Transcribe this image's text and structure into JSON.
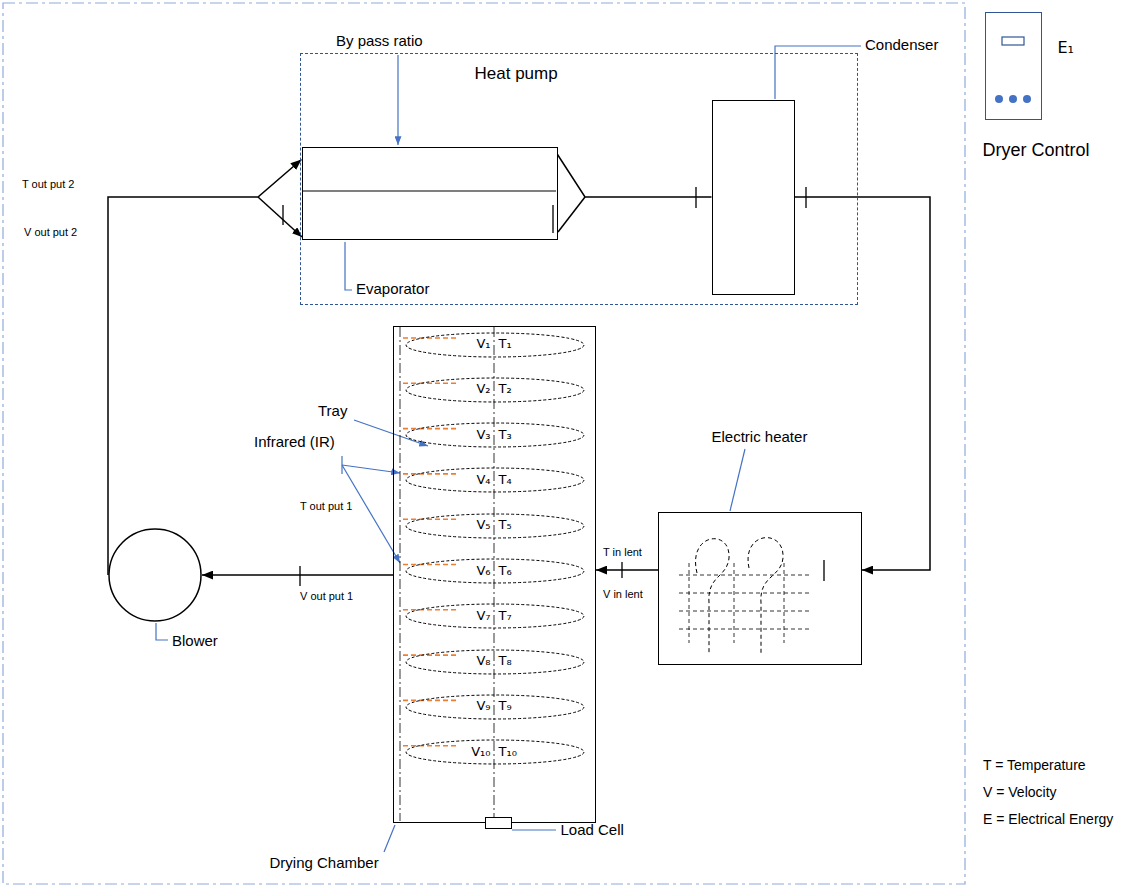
{
  "diagram": {
    "nodes": [
      {
        "text": [
          "Heat pump"
        ]
      },
      {
        "text": [
          "Evaporator"
        ],
        "in": 0
      },
      {
        "text": [
          "Condenser"
        ],
        "in": 0
      },
      {
        "text": [
          "E₁",
          "Dryer Control"
        ]
      },
      {
        "text": [
          "Drying Chamber"
        ]
      },
      {
        "text": [
          "V₁",
          "T₁"
        ],
        "in": 4
      },
      {
        "text": [
          "V₂",
          "T₂"
        ],
        "in": 4
      },
      {
        "text": [
          "V₃",
          "T₃"
        ],
        "in": 4
      },
      {
        "text": [
          "V₄",
          "T₄"
        ],
        "in": 4
      },
      {
        "text": [
          "V₅",
          "T₅"
        ],
        "in": 4
      },
      {
        "text": [
          "V₆",
          "T₆"
        ],
        "in": 4
      },
      {
        "text": [
          "V₇",
          "T₇"
        ],
        "in": 4
      },
      {
        "text": [
          "V₈",
          "T₈"
        ],
        "in": 4
      },
      {
        "text": [
          "V₉",
          "T₉"
        ],
        "in": 4
      },
      {
        "text": [
          "V₁₀",
          "T₁₀"
        ],
        "in": 4
      },
      {
        "text": [
          "Load Cell"
        ],
        "in": 4
      },
      {
        "text": [
          "Electric heater"
        ]
      },
      {
        "text": [
          "Blower"
        ]
      }
    ],
    "edges": [
      {
        "from": 17,
        "to": 1,
        "arrow": "to"
      },
      {
        "from": 1,
        "to": 2,
        "arrow": "none"
      },
      {
        "from": 2,
        "to": 16,
        "arrow": "to"
      },
      {
        "from": 16,
        "to": 4,
        "arrow": "to"
      },
      {
        "from": 4,
        "to": 17,
        "arrow": "to"
      }
    ],
    "labels": [
      "By pass ratio",
      "Tray",
      "Infrared (IR)",
      "T out put 2",
      "V out put 2",
      "T out put 1",
      "V out put 1",
      "T in lent",
      "V in lent",
      "T = Temperature",
      "V = Velocity",
      "E = Electrical Energy"
    ]
  }
}
